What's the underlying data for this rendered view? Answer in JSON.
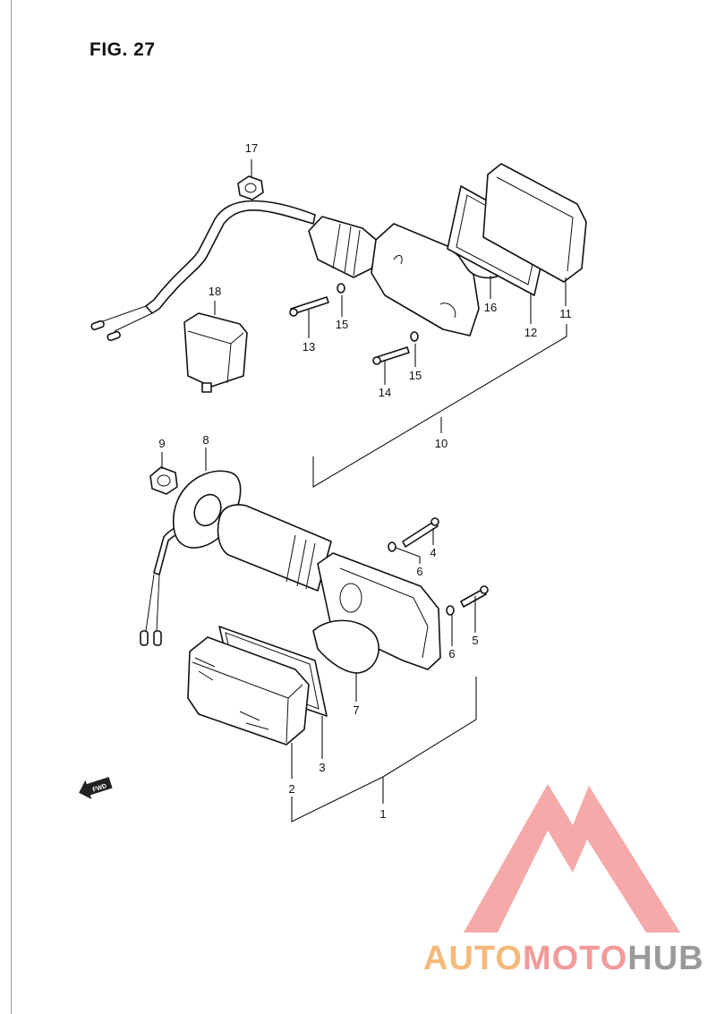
{
  "figure": {
    "title": "FIG. 27"
  },
  "callouts": [
    {
      "id": "c1",
      "text": "1"
    },
    {
      "id": "c2",
      "text": "2"
    },
    {
      "id": "c3",
      "text": "3"
    },
    {
      "id": "c4",
      "text": "4"
    },
    {
      "id": "c5",
      "text": "5"
    },
    {
      "id": "c6a",
      "text": "6"
    },
    {
      "id": "c6b",
      "text": "6"
    },
    {
      "id": "c7",
      "text": "7"
    },
    {
      "id": "c8",
      "text": "8"
    },
    {
      "id": "c9",
      "text": "9"
    },
    {
      "id": "c10",
      "text": "10"
    },
    {
      "id": "c11",
      "text": "11"
    },
    {
      "id": "c12",
      "text": "12"
    },
    {
      "id": "c13",
      "text": "13"
    },
    {
      "id": "c14",
      "text": "14"
    },
    {
      "id": "c15a",
      "text": "15"
    },
    {
      "id": "c15b",
      "text": "15"
    },
    {
      "id": "c16",
      "text": "16"
    },
    {
      "id": "c17",
      "text": "17"
    },
    {
      "id": "c18",
      "text": "18"
    }
  ],
  "direction_marker": {
    "text": "FWD",
    "icon": "fwd-arrow-icon"
  },
  "watermark": {
    "part1": "AUTO",
    "part2": "MOTO",
    "part3": "HUB",
    "colors": {
      "part1": "#f6b97a",
      "part2": "#f29a9a",
      "part3": "#9a9a9a",
      "logo": "#f39a9a"
    },
    "icon": "automotohub-logo-icon"
  }
}
